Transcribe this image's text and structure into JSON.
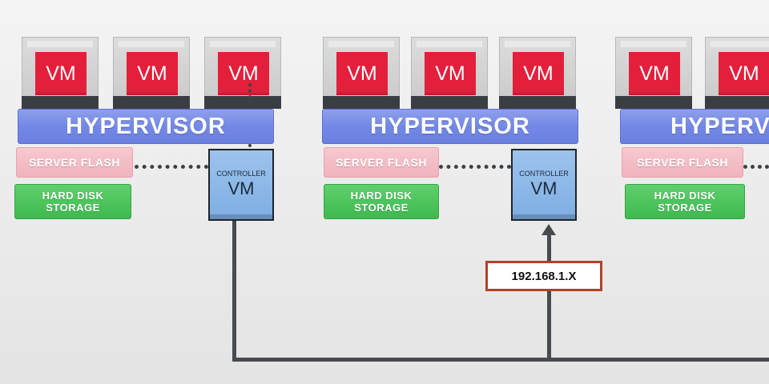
{
  "nodes": [
    {
      "vms": [
        "VM",
        "VM",
        "VM"
      ],
      "hypervisor": "HYPERVISOR",
      "server_flash": "SERVER FLASH",
      "storage": {
        "line1": "HARD DISK",
        "line2": "STORAGE"
      },
      "controller": {
        "label": "CONTROLLER",
        "vm": "VM"
      }
    },
    {
      "vms": [
        "VM",
        "VM",
        "VM"
      ],
      "hypervisor": "HYPERVISOR",
      "server_flash": "SERVER FLASH",
      "storage": {
        "line1": "HARD DISK",
        "line2": "STORAGE"
      },
      "controller": {
        "label": "CONTROLLER",
        "vm": "VM"
      }
    },
    {
      "vms": [
        "VM",
        "VM"
      ],
      "hypervisor": "HYPERV",
      "server_flash": "SERVER FLASH",
      "storage": {
        "line1": "HARD DISK",
        "line2": "STORAGE"
      }
    }
  ],
  "ip_label": "192.168.1.X",
  "colors": {
    "vm": "#e41f3b",
    "hypervisor": "#7388e6",
    "server_flash": "#f0b3bd",
    "storage": "#3fb94f",
    "controller": "#7eaee3",
    "ip_border": "#b3402a"
  }
}
